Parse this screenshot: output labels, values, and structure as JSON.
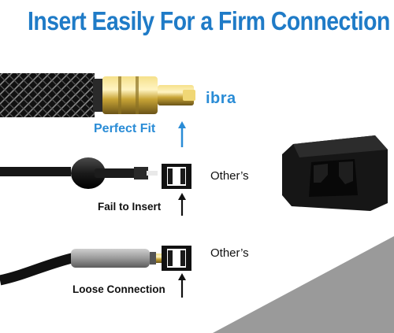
{
  "headline": "Insert Easily For a Firm Connection",
  "brand_logo": "ibra",
  "labels": {
    "perfect_fit": "Perfect Fit",
    "fail_to_insert": "Fail to Insert",
    "loose_connection": "Loose Connection",
    "others_top": "Other’s",
    "others_bottom": "Other’s"
  },
  "icons": {
    "perfect_fit_arrow": "arrow-up-icon",
    "fail_arrow": "arrow-up-icon",
    "loose_arrow": "arrow-up-icon"
  },
  "colors": {
    "headline_blue": "#1f7bc7",
    "accent_blue": "#2a8cd6",
    "gold": "#c9a536",
    "socket_black": "#1a1a1a",
    "corner_gray": "#9a9a9a"
  }
}
